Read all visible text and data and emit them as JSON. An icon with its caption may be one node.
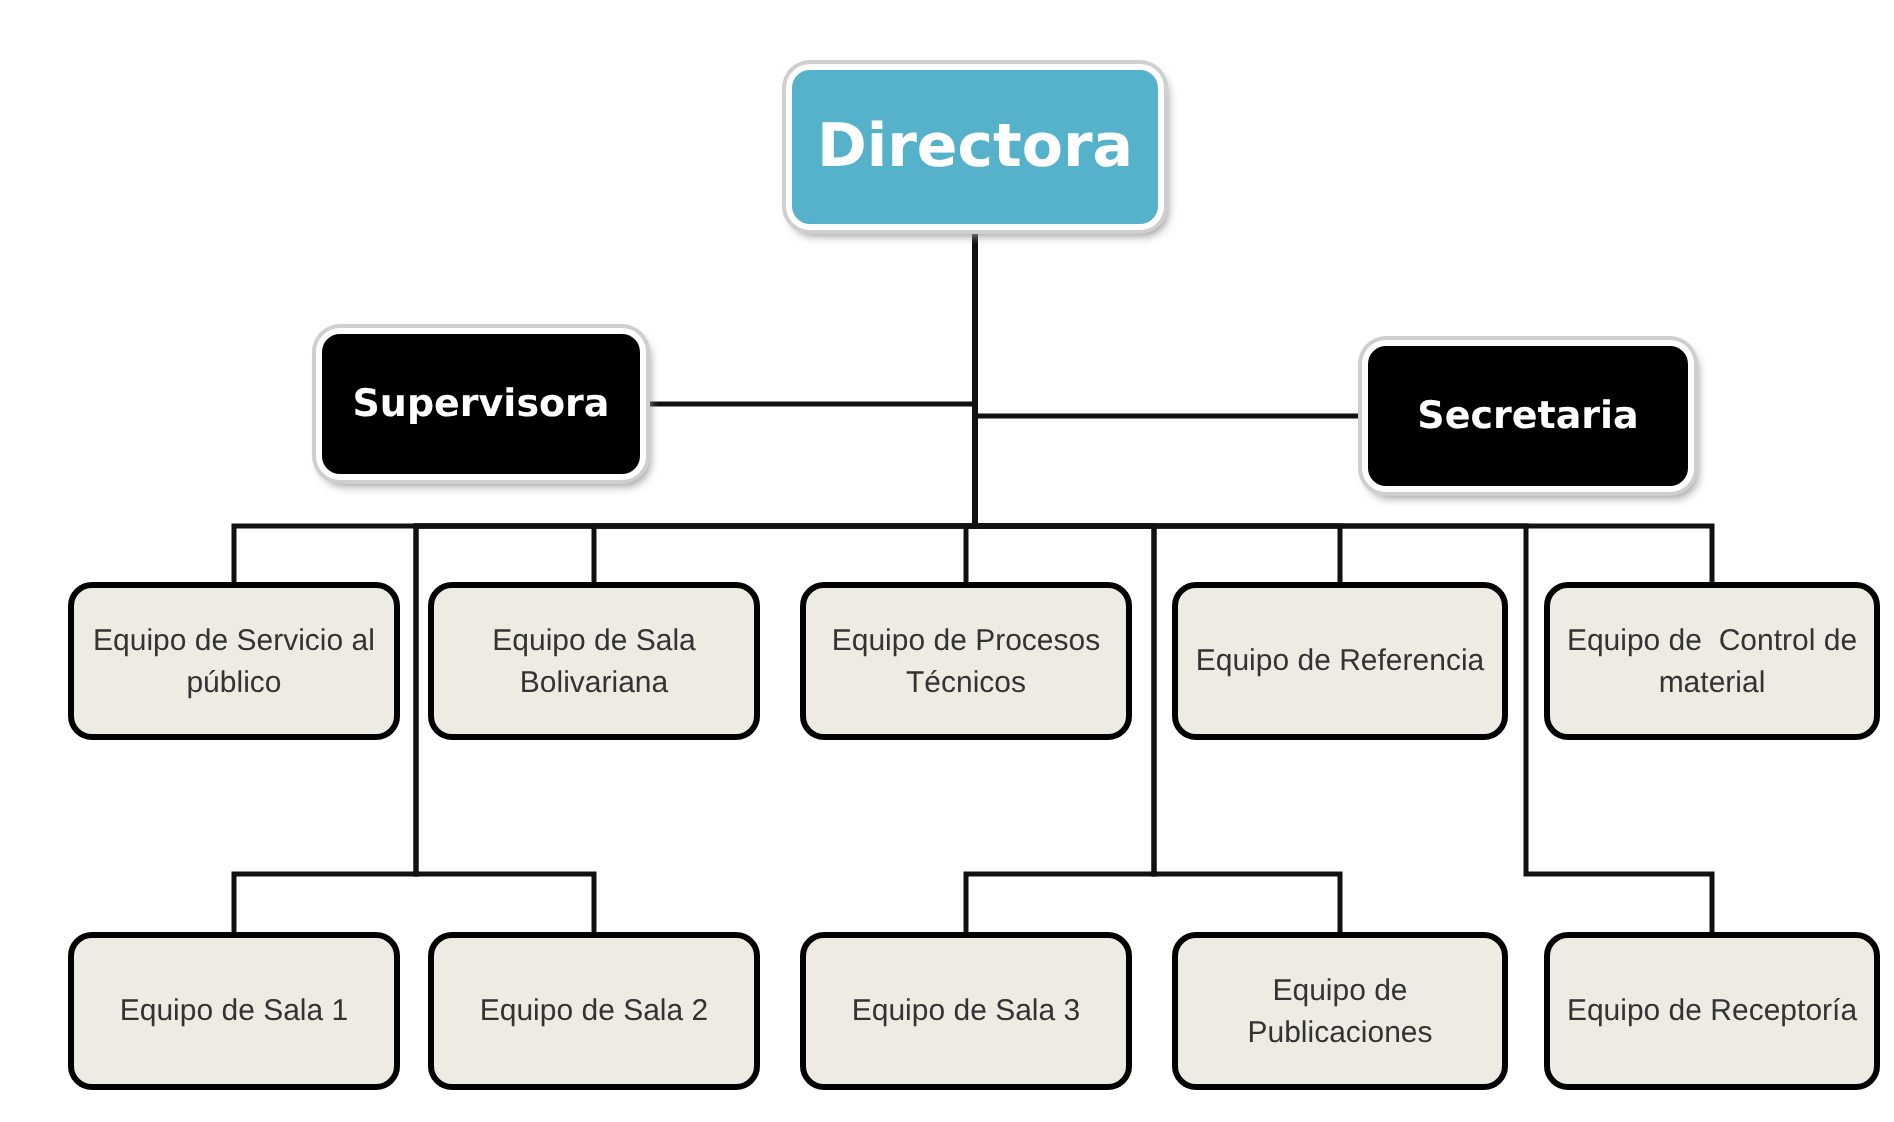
{
  "diagram": {
    "nodes": [
      {
        "text": [
          "Directora"
        ]
      },
      {
        "text": [
          "Supervisora"
        ]
      },
      {
        "text": [
          "Secretaria"
        ]
      },
      {
        "text": [
          "Equipo de Servicio al público"
        ]
      },
      {
        "text": [
          "Equipo de Sala Bolivariana"
        ]
      },
      {
        "text": [
          "Equipo de Procesos Técnicos"
        ]
      },
      {
        "text": [
          "Equipo de Referencia"
        ]
      },
      {
        "text": [
          "Equipo de  Control de material"
        ]
      },
      {
        "text": [
          "Equipo de Sala 1"
        ]
      },
      {
        "text": [
          "Equipo de Sala 2"
        ]
      },
      {
        "text": [
          "Equipo de Sala 3"
        ]
      },
      {
        "text": [
          "Equipo de Publicaciones"
        ]
      },
      {
        "text": [
          "Equipo de Receptoría"
        ]
      }
    ],
    "edges": [
      {
        "from": 0,
        "to": 1,
        "arrow": "none"
      },
      {
        "from": 0,
        "to": 2,
        "arrow": "none"
      },
      {
        "from": 0,
        "to": 3,
        "arrow": "none"
      },
      {
        "from": 0,
        "to": 4,
        "arrow": "none"
      },
      {
        "from": 0,
        "to": 5,
        "arrow": "none"
      },
      {
        "from": 0,
        "to": 6,
        "arrow": "none"
      },
      {
        "from": 0,
        "to": 7,
        "arrow": "none"
      },
      {
        "from": 0,
        "to": 8,
        "arrow": "none"
      },
      {
        "from": 0,
        "to": 9,
        "arrow": "none"
      },
      {
        "from": 0,
        "to": 10,
        "arrow": "none"
      },
      {
        "from": 0,
        "to": 11,
        "arrow": "none"
      },
      {
        "from": 0,
        "to": 12,
        "arrow": "none"
      }
    ]
  }
}
